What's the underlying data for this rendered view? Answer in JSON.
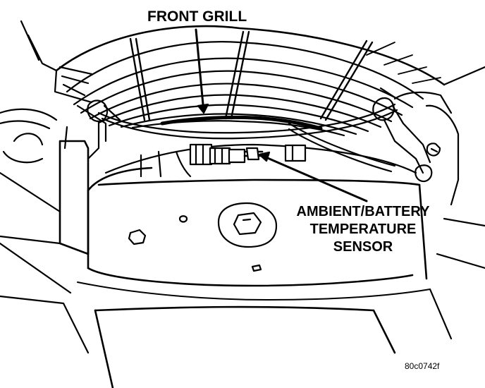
{
  "callouts": {
    "front_grill": "FRONT GRILL",
    "sensor_line1": "AMBIENT/BATTERY",
    "sensor_line2": "TEMPERATURE",
    "sensor_line3": "SENSOR"
  },
  "figure_code": "80c0742f",
  "colors": {
    "ink": "#000000",
    "paper": "#ffffff"
  }
}
